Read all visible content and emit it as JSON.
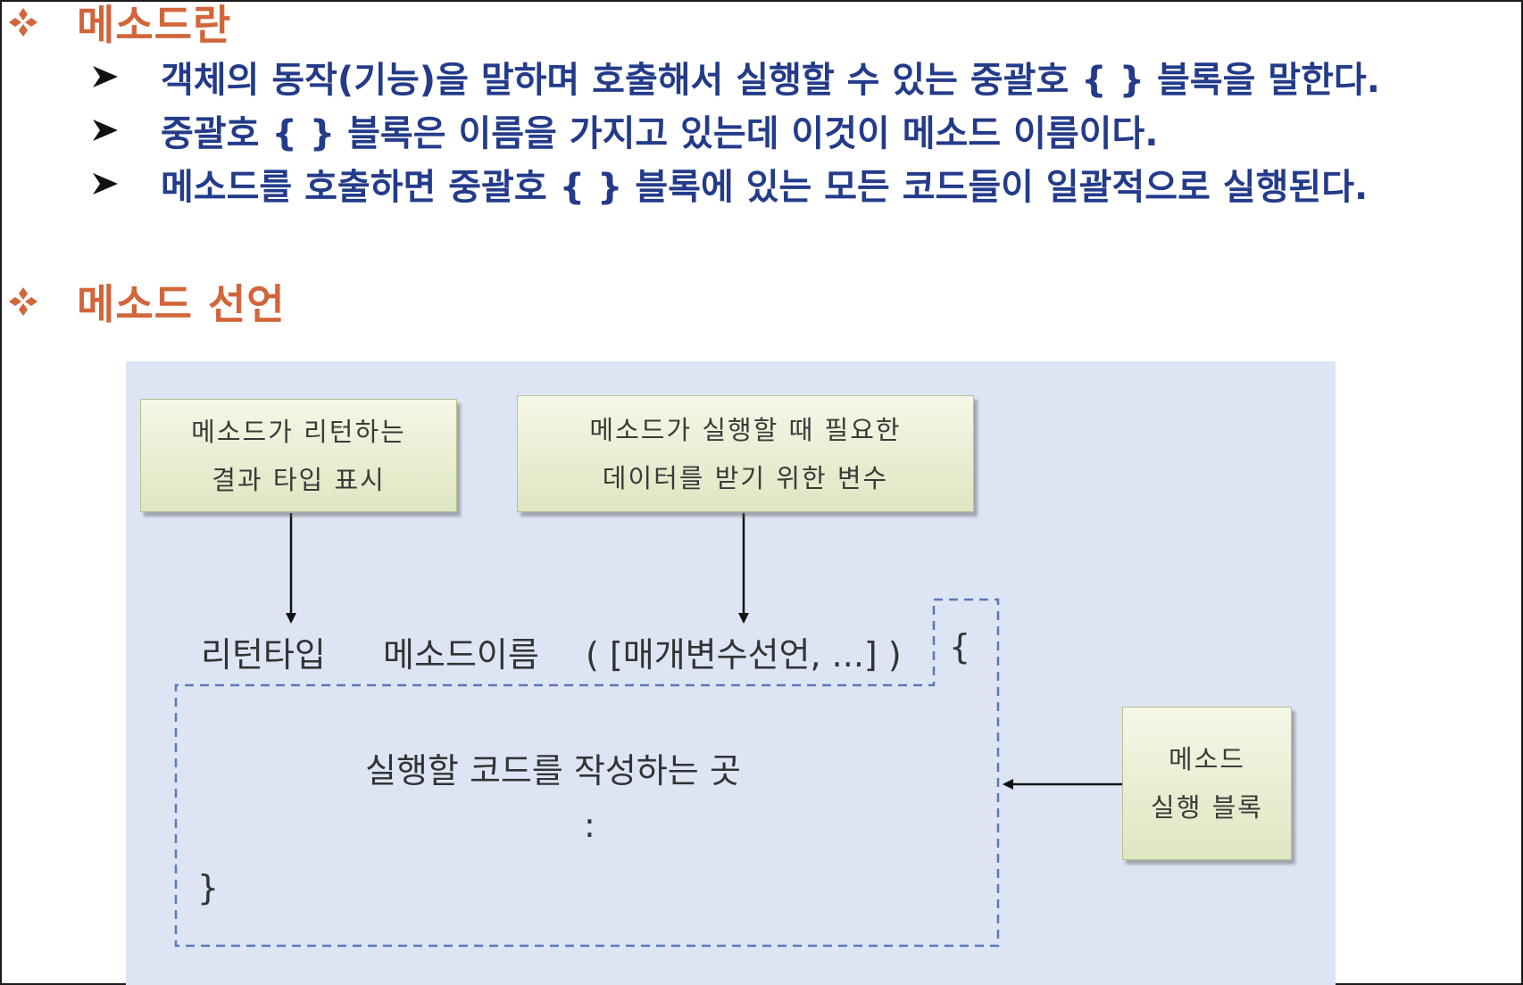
{
  "section1": {
    "title": "메소드란",
    "bullets": [
      "객체의 동작(기능)을 말하며 호출해서 실행할 수 있는 중괄호 { } 블록을 말한다.",
      "중괄호 { } 블록은 이름을 가지고 있는데 이것이 메소드 이름이다.",
      "메소드를 호출하면 중괄호 { } 블록에 있는 모든 코드들이 일괄적으로 실행된다."
    ]
  },
  "section2": {
    "title": "메소드 선언"
  },
  "diagram": {
    "box_return": {
      "line1": "메소드가 리턴하는",
      "line2": "결과 타입 표시"
    },
    "box_params": {
      "line1": "메소드가 실행할 때 필요한",
      "line2": "데이터를 받기 위한 변수"
    },
    "box_block": {
      "line1": "메소드",
      "line2": "실행 블록"
    },
    "declaration": {
      "return_type": "리턴타입",
      "method_name": "메소드이름",
      "params": "( [매개변수선언, ...] )",
      "open_brace": "{"
    },
    "body_text": "실행할 코드를 작성하는 곳",
    "ellipsis": ":",
    "close_brace": "}"
  },
  "colors": {
    "heading": "#d2653a",
    "bullet_text": "#233b8a",
    "diagram_bg": "#dde5f5",
    "box_fill": "#e8edd0",
    "dashed_border": "#5b78b8"
  }
}
